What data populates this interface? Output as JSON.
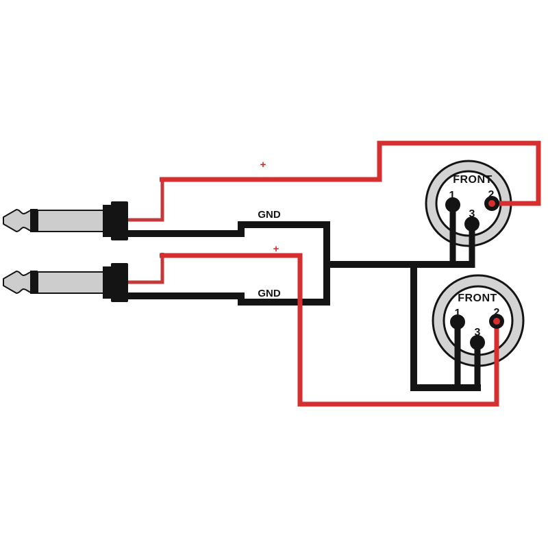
{
  "colors": {
    "background": "#ffffff",
    "wire_red": "#d62f2f",
    "pigtail_red": "#c23a3a",
    "wire_black": "#141414",
    "connector_ring_gray": "#d3d3d3",
    "connector_face_white": "#ffffff",
    "jack_body_gray": "#cdcdcd"
  },
  "labels": {
    "plus_top": "+",
    "plus_bottom": "+",
    "gnd_top": "GND",
    "gnd_bottom": "GND"
  },
  "xlr_connectors": [
    {
      "position": "top",
      "front_label": "FRONT",
      "pin1": "1",
      "pin2": "2",
      "pin3": "3"
    },
    {
      "position": "bottom",
      "front_label": "FRONT",
      "pin1": "1",
      "pin2": "2",
      "pin3": "3"
    }
  ]
}
